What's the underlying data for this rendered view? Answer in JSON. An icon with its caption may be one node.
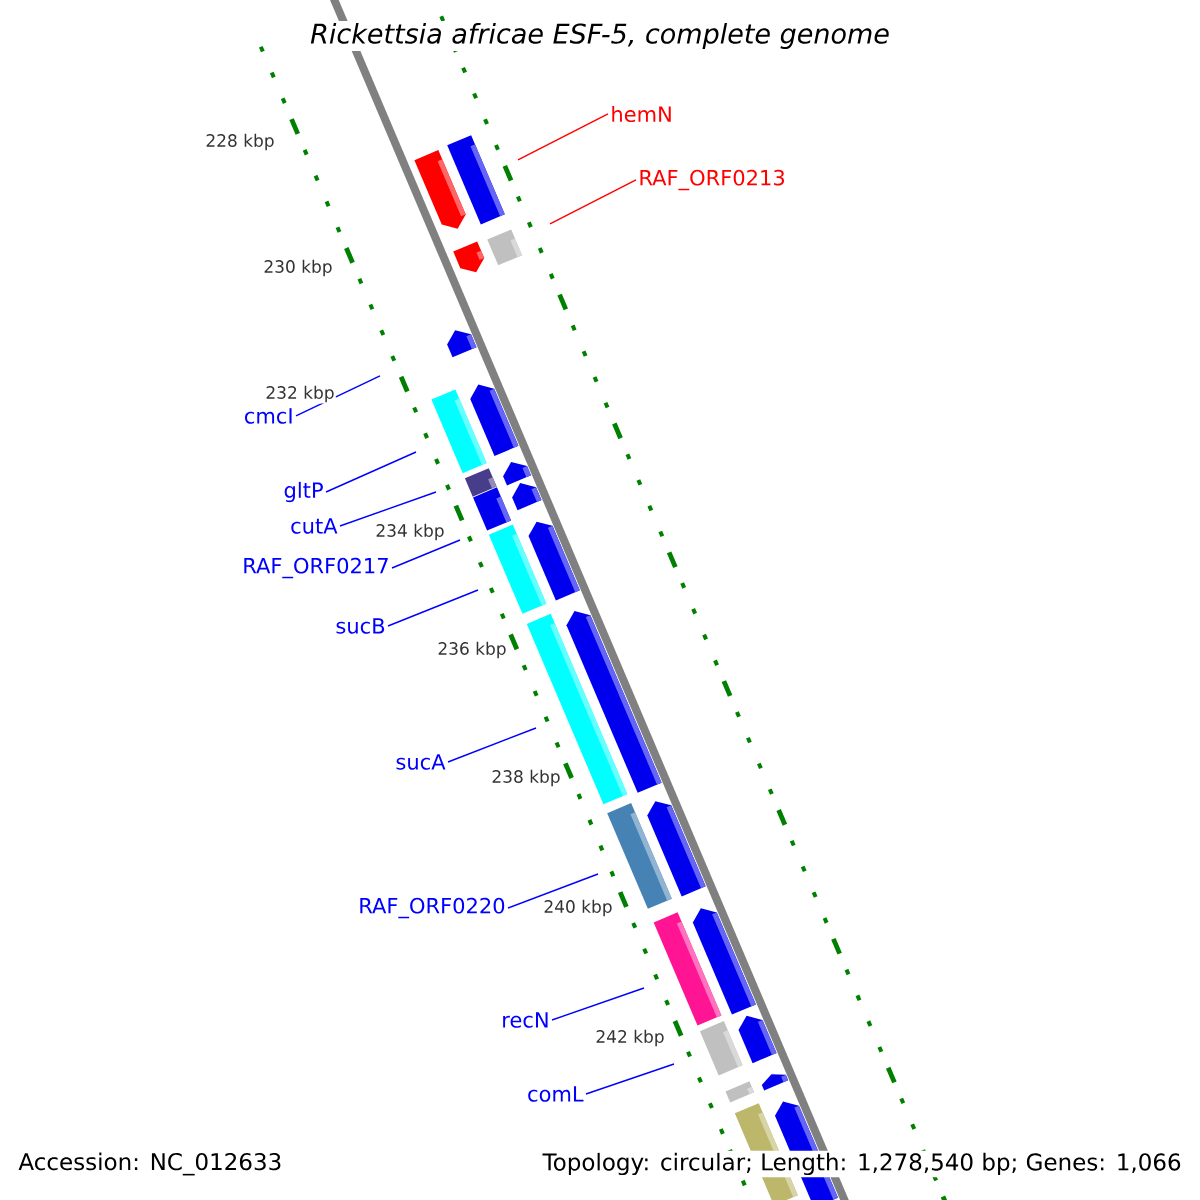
{
  "diagram": {
    "title": "Rickettsia africae ESF-5, complete genome",
    "nodes": [
      {
        "text": [
          "hemN"
        ]
      },
      {
        "text": [
          "RAF_ORF0213"
        ]
      },
      {
        "text": [
          "cmcI"
        ]
      },
      {
        "text": [
          "gltP"
        ]
      },
      {
        "text": [
          "cutA"
        ]
      },
      {
        "text": [
          "RAF_ORF0217"
        ]
      },
      {
        "text": [
          "sucB"
        ]
      },
      {
        "text": [
          "sucA"
        ]
      },
      {
        "text": [
          "RAF_ORF0220"
        ]
      },
      {
        "text": [
          "recN"
        ]
      },
      {
        "text": [
          "comL"
        ]
      }
    ],
    "edges": [
      {
        "from": 0,
        "to": null,
        "arrow": "none",
        "color": "#ff0000"
      },
      {
        "from": 1,
        "to": null,
        "arrow": "none",
        "color": "#ff0000"
      },
      {
        "from": 2,
        "to": null,
        "arrow": "none"
      },
      {
        "from": 3,
        "to": null,
        "arrow": "none"
      },
      {
        "from": 4,
        "to": null,
        "arrow": "none"
      },
      {
        "from": 5,
        "to": null,
        "arrow": "none"
      },
      {
        "from": 6,
        "to": null,
        "arrow": "none"
      },
      {
        "from": 7,
        "to": null,
        "arrow": "none"
      },
      {
        "from": 8,
        "to": null,
        "arrow": "none"
      },
      {
        "from": 9,
        "to": null,
        "arrow": "none"
      },
      {
        "from": 10,
        "to": null,
        "arrow": "none"
      }
    ],
    "labels": [
      "228 kbp",
      "230 kbp",
      "232 kbp",
      "234 kbp",
      "236 kbp",
      "238 kbp",
      "240 kbp",
      "242 kbp",
      "Accession: NC_012633",
      "Topology: circular; Length: 1,278,540 bp; Genes: 1,066"
    ]
  }
}
